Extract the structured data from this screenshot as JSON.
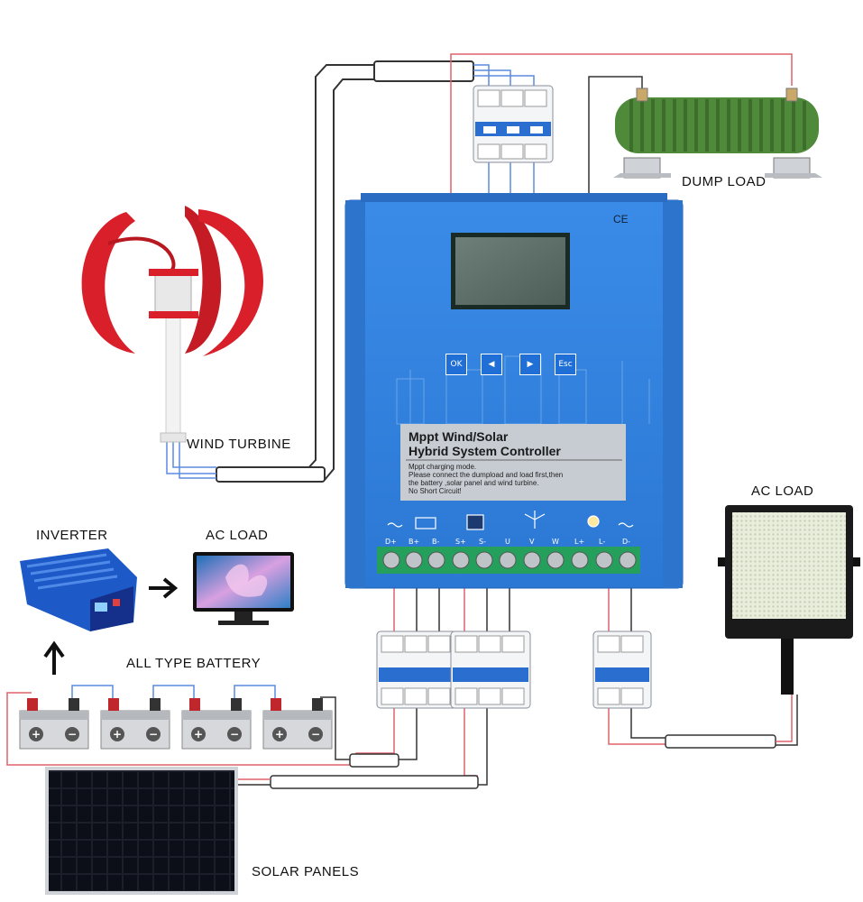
{
  "labels": {
    "wind_turbine": "WIND TURBINE",
    "dump_load": "DUMP LOAD",
    "ac_load_right": "AC LOAD",
    "inverter": "INVERTER",
    "ac_load_left": "AC LOAD",
    "battery": "ALL TYPE BATTERY",
    "solar_panels": "SOLAR PANELS"
  },
  "controller": {
    "title_line1": "Mppt Wind/Solar",
    "title_line2": "Hybrid System Controller",
    "note_line1": "Mppt charging mode.",
    "note_line2": "Please connect the dumpload and load first,then",
    "note_line3": "the battery ,solar panel and wind turbine.",
    "note_line4": "No Short Circuit!",
    "ce_mark": "CE",
    "buttons": [
      "OK",
      "◀",
      "▶",
      "Esc"
    ],
    "terminals": [
      "D+",
      "B+",
      "B-",
      "S+",
      "S-",
      "U",
      "V",
      "W",
      "L+",
      "L-",
      "D-"
    ]
  },
  "colors": {
    "controller_body": "#3d8ee6",
    "wire_red": "#e0606a",
    "wire_blue": "#5a8ae0",
    "wire_dark": "#333333",
    "turbine_red": "#d9202a",
    "resistor_green": "#4f8a3a"
  }
}
